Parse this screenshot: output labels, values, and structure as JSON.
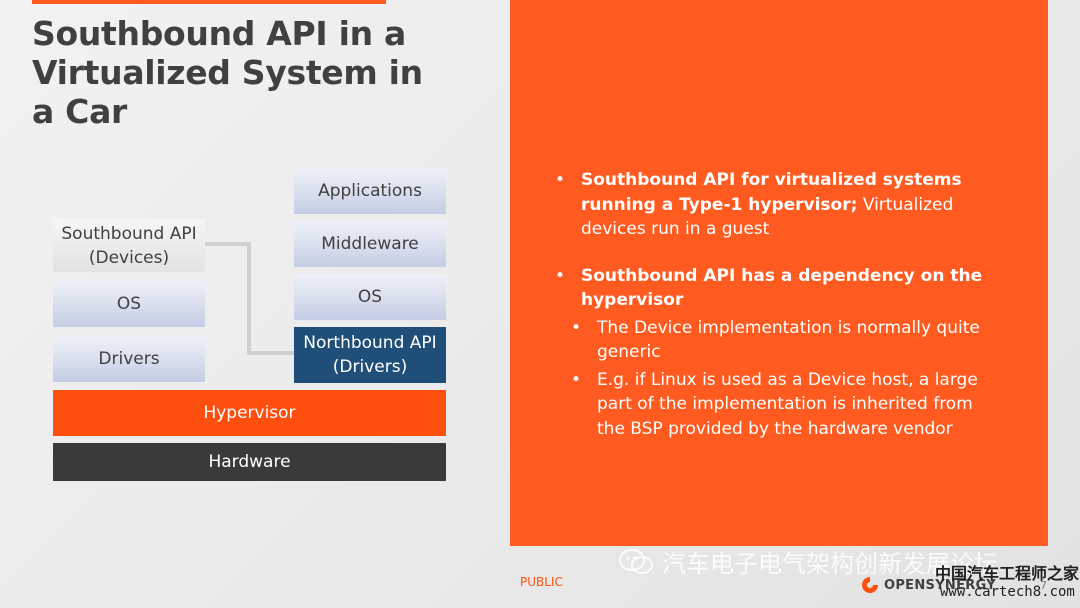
{
  "slide": {
    "title": "Southbound API in a\nVirtualized System in\na Car",
    "footer_label": "PUBLIC",
    "page_number": "7"
  },
  "diagram": {
    "left_stack": {
      "southbound": "Southbound API\n(Devices)",
      "os": "OS",
      "drivers": "Drivers"
    },
    "right_stack": {
      "applications": "Applications",
      "middleware": "Middleware",
      "os": "OS",
      "northbound": "Northbound API\n(Drivers)"
    },
    "hypervisor": "Hypervisor",
    "hardware": "Hardware"
  },
  "bullets": [
    {
      "bold": "Southbound API for virtualized systems running a Type-1 hypervisor;",
      "text": " Virtualized devices run in a guest"
    },
    {
      "bold": "Southbound API has a dependency on the hypervisor",
      "text": ""
    }
  ],
  "sub_bullets": [
    "The Device implementation is normally quite generic",
    "E.g. if Linux is used as a Device host, a large part of the implementation is inherited from the BSP provided by the hardware vendor"
  ],
  "branding": {
    "logo_text": "OPENSYNERGY",
    "watermark_text": "汽车电子电气架构创新发展论坛",
    "site_name_cn": "中国汽车工程师之家",
    "site_url": "www.cartech8.com"
  },
  "colors": {
    "accent_orange": "#ff5a1f",
    "navy": "#1f4e79",
    "hardware_dark": "#3a3a3a"
  }
}
